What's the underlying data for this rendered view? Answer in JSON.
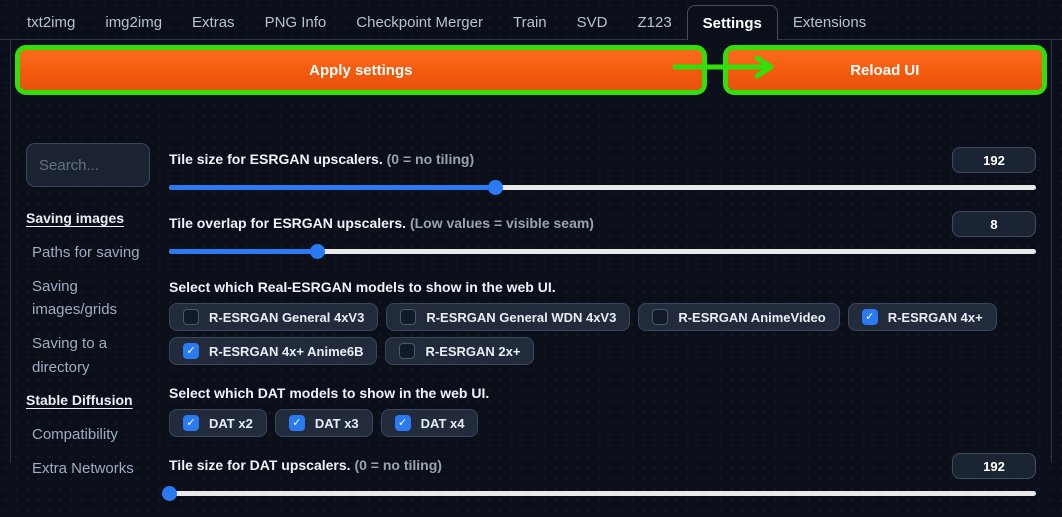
{
  "colors": {
    "accent_orange": "#f2590d",
    "annotation_green": "#32df0a",
    "accent_blue": "#2a7af2",
    "page_bg": "#0b0f19"
  },
  "tabs": {
    "items": [
      {
        "label": "txt2img",
        "active": false
      },
      {
        "label": "img2img",
        "active": false
      },
      {
        "label": "Extras",
        "active": false
      },
      {
        "label": "PNG Info",
        "active": false
      },
      {
        "label": "Checkpoint Merger",
        "active": false
      },
      {
        "label": "Train",
        "active": false
      },
      {
        "label": "SVD",
        "active": false
      },
      {
        "label": "Z123",
        "active": false
      },
      {
        "label": "Settings",
        "active": true
      },
      {
        "label": "Extensions",
        "active": false
      }
    ]
  },
  "actions": {
    "apply_label": "Apply settings",
    "reload_label": "Reload UI"
  },
  "sidebar": {
    "search_placeholder": "Search...",
    "items": [
      {
        "label": "Saving images",
        "type": "section"
      },
      {
        "label": "Paths for saving",
        "type": "link"
      },
      {
        "label": "Saving images/grids",
        "type": "link"
      },
      {
        "label": "Saving to a directory",
        "type": "link"
      },
      {
        "label": "Stable Diffusion",
        "type": "section"
      },
      {
        "label": "Compatibility",
        "type": "link"
      },
      {
        "label": "Extra Networks",
        "type": "link"
      }
    ]
  },
  "settings": {
    "rows": [
      {
        "type": "slider",
        "label": "Tile size for ESRGAN upscalers.",
        "hint": "(0 = no tiling)",
        "value": "192",
        "fill_percent": 37.6
      },
      {
        "type": "slider",
        "label": "Tile overlap for ESRGAN upscalers.",
        "hint": "(Low values = visible seam)",
        "value": "8",
        "fill_percent": 17.1
      },
      {
        "type": "checkbox-group",
        "label": "Select which Real-ESRGAN models to show in the web UI.",
        "options": [
          {
            "label": "R-ESRGAN General 4xV3",
            "checked": false
          },
          {
            "label": "R-ESRGAN General WDN 4xV3",
            "checked": false
          },
          {
            "label": "R-ESRGAN AnimeVideo",
            "checked": false
          },
          {
            "label": "R-ESRGAN 4x+",
            "checked": true
          },
          {
            "label": "R-ESRGAN 4x+ Anime6B",
            "checked": true
          },
          {
            "label": "R-ESRGAN 2x+",
            "checked": false
          }
        ]
      },
      {
        "type": "checkbox-group",
        "label": "Select which DAT models to show in the web UI.",
        "options": [
          {
            "label": "DAT x2",
            "checked": true
          },
          {
            "label": "DAT x3",
            "checked": true
          },
          {
            "label": "DAT x4",
            "checked": true
          }
        ]
      },
      {
        "type": "slider",
        "label": "Tile size for DAT upscalers.",
        "hint": "(0 = no tiling)",
        "value": "192",
        "clipped": true
      }
    ]
  }
}
